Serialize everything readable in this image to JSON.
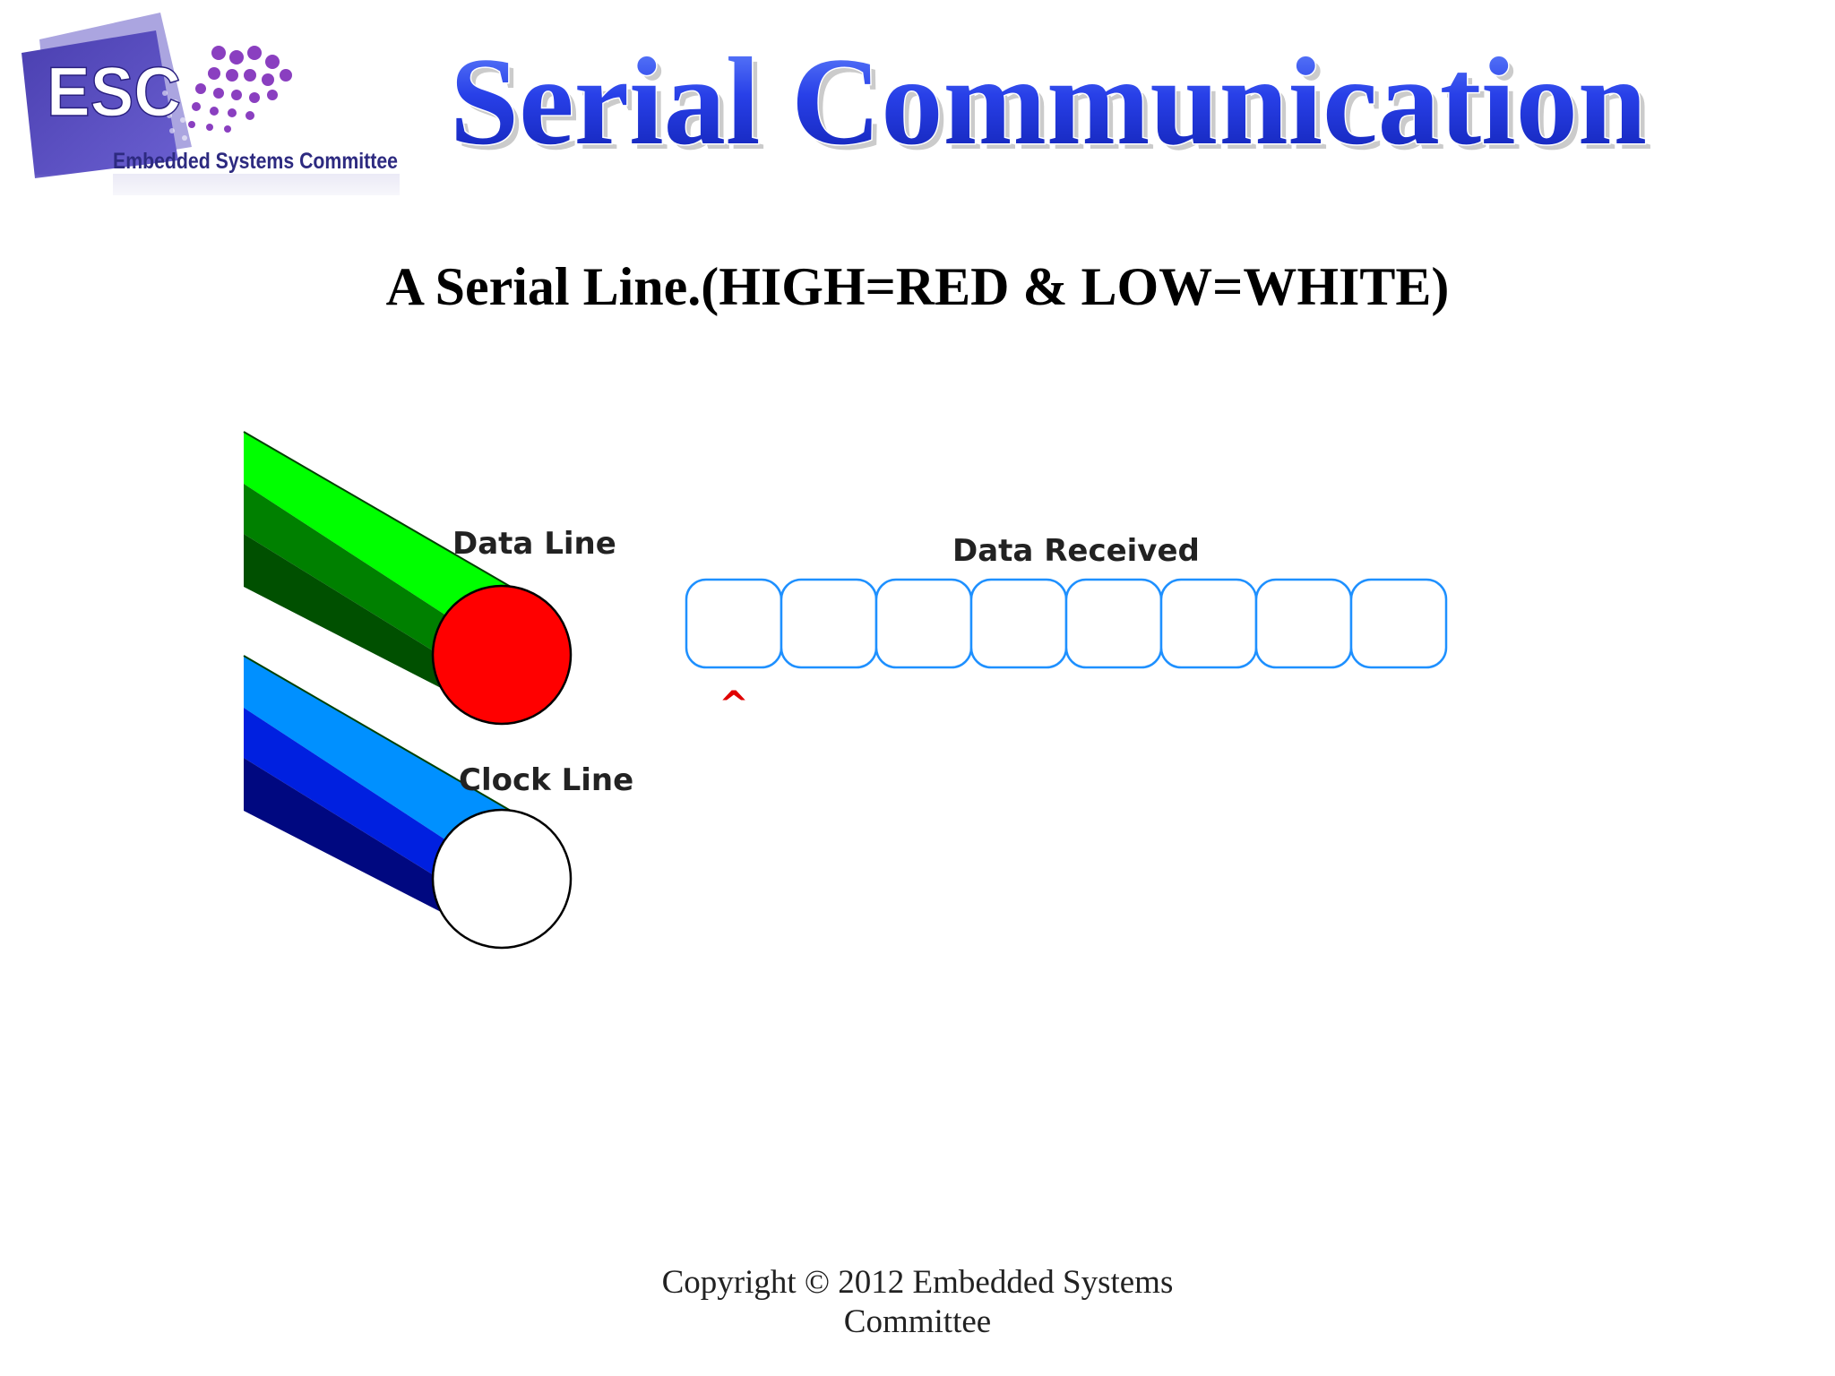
{
  "logo": {
    "initials": "ESC",
    "org_name": "Embedded Systems Committee"
  },
  "slide": {
    "title": "Serial Communication",
    "subtitle": "A Serial Line.(HIGH=RED & LOW=WHITE)"
  },
  "simulation": {
    "data_line": {
      "label": "Data Line",
      "state": "HIGH",
      "end_color": "#ff0000",
      "colors": [
        "#00ff00",
        "#008000",
        "#005000"
      ]
    },
    "clock_line": {
      "label": "Clock Line",
      "state": "LOW",
      "end_color": "#ffffff",
      "colors": [
        "#0090ff",
        "#0020e0",
        "#000880"
      ]
    },
    "data_received": {
      "label": "Data Received",
      "bits": [
        "",
        "",
        "",
        "",
        "",
        "",
        "",
        ""
      ],
      "pointer_index": 0,
      "pointer_glyph": "^",
      "box_color": "#1e90ff",
      "pointer_color": "#e00000"
    }
  },
  "footer": {
    "line1": "Copyright © 2012 Embedded Systems",
    "line2": "Committee"
  }
}
